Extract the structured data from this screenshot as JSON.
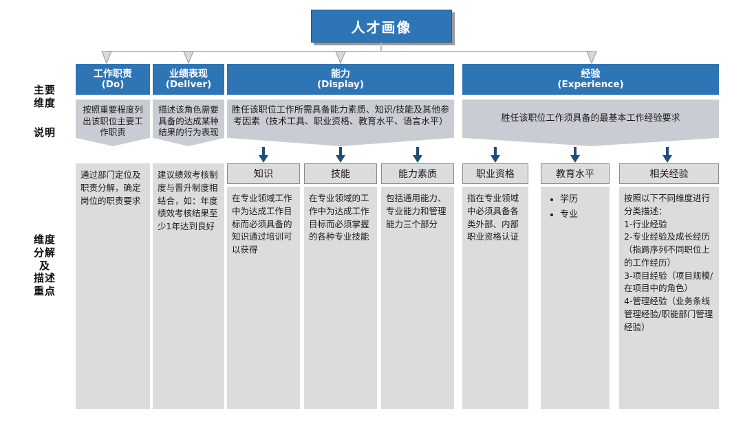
{
  "title": {
    "text": "人才画像"
  },
  "row_labels": {
    "dimension": "主要\n维度",
    "description": "说明",
    "breakdown": "维度\n分解\n及\n描述\n重点"
  },
  "colors": {
    "header_blue": "#2e75b6",
    "band_gray": "#c9ccd3",
    "panel_gray": "#dcdcdc",
    "arrow_navy": "#1f4e79",
    "connector_gray": "#bfbfbf"
  },
  "columns": [
    {
      "id": "do",
      "header_cn": "工作职责",
      "header_en": "(Do)",
      "description": "按照重要程度列出该职位主要工作职责",
      "sub": null,
      "detail": "通过部门定位及职责分解，确定岗位的职责要求"
    },
    {
      "id": "deliver",
      "header_cn": "业绩表现",
      "header_en": "(Deliver)",
      "description": "描述该角色需要具备的达成某种结果的行为表现",
      "sub": null,
      "detail": "建议绩效考核制度与晋升制度相结合，如：年度绩效考核结果至少1年达到良好"
    },
    {
      "id": "display",
      "header_cn": "能力",
      "header_en": "(Display)",
      "description": "胜任该职位工作所需具备能力素质、知识/技能及其他参考因素（技术工具、职业资格、教育水平、语言水平）",
      "sub": [
        {
          "id": "knowledge",
          "label": "知识",
          "detail": "在专业领域工作中为达成工作目标而必须具备的知识通过培训可以获得"
        },
        {
          "id": "skill",
          "label": "技能",
          "detail": "在专业领域的工作中为达成工作目标而必须掌握的各种专业技能"
        },
        {
          "id": "competency",
          "label": "能力素质",
          "detail": "包括通用能力、专业能力和管理能力三个部分"
        }
      ]
    },
    {
      "id": "experience",
      "header_cn": "经验",
      "header_en": "(Experience)",
      "description": "胜任该职位工作须具备的最基本工作经验要求",
      "sub": [
        {
          "id": "qualification",
          "label": "职业资格",
          "detail": "指在专业领域中必须具备各类外部、内部职业资格认证"
        },
        {
          "id": "education",
          "label": "教育水平",
          "detail": null,
          "bullets": [
            "学历",
            "专业"
          ]
        },
        {
          "id": "related-exp",
          "label": "相关经验",
          "detail": "按照以下不同维度进行分类描述：\n1-行业经验\n2-专业经验及成长经历（指跨序列不同职位上的工作经历）\n3-项目经验（项目规模/在项目中的角色）\n4-管理经验（业务条线管理经验/职能部门管理经验）"
        }
      ]
    }
  ]
}
